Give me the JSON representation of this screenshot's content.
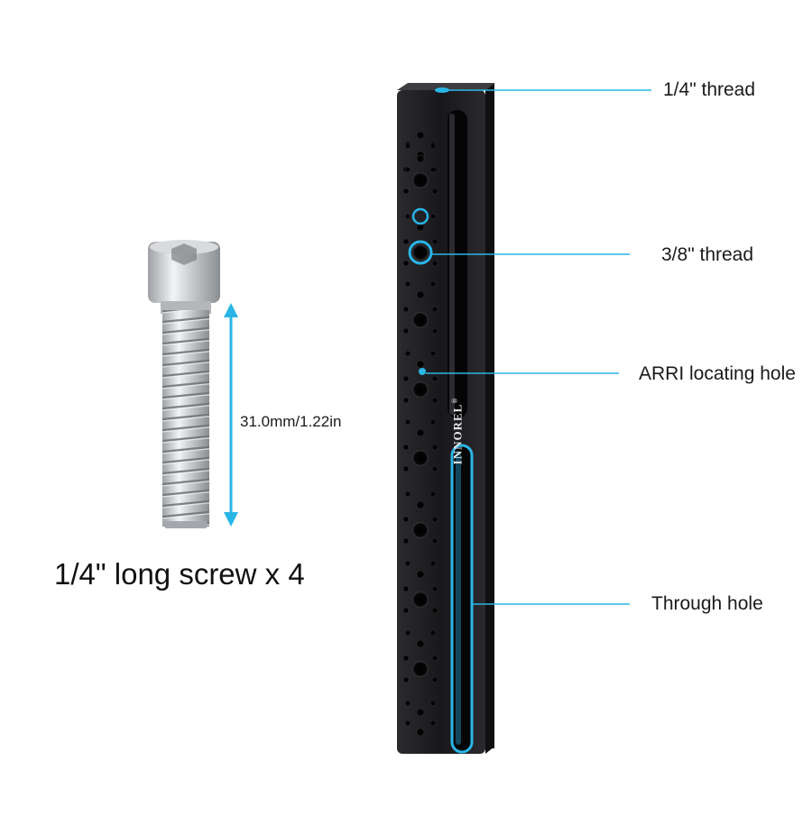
{
  "product": {
    "brand": "INNOREL",
    "brand_mark": "®"
  },
  "callouts": [
    {
      "id": "quarter-thread",
      "text": "1/4\" thread"
    },
    {
      "id": "three-eighths-thread",
      "text": "3/8\" thread"
    },
    {
      "id": "arri-hole",
      "text": "ARRI locating hole"
    },
    {
      "id": "through-hole",
      "text": "Through hole"
    }
  ],
  "screw": {
    "dimension": "31.0mm/1.22in",
    "caption": "1/4\" long screw x 4"
  },
  "colors": {
    "accent": "#29b6e6",
    "plate": "#1b1b1e",
    "background": "#ffffff"
  }
}
